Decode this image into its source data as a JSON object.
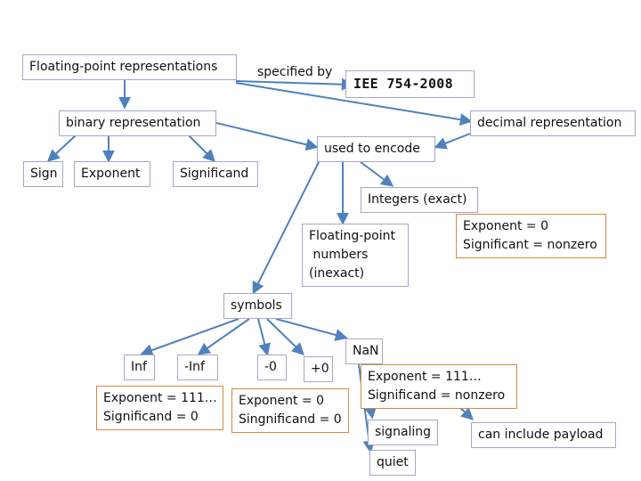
{
  "nodes": {
    "fp_representations": "Floating-point representations",
    "specified_by": "specified by",
    "iee_754": "IEE 754-2008",
    "binary_representation": "binary representation",
    "decimal_representation": "decimal representation",
    "sign": "Sign",
    "exponent": "Exponent",
    "significand": "Significand",
    "used_to_encode": "used to encode",
    "integers": "Integers (exact)",
    "integers_note": {
      "line1": "Exponent = 0",
      "line2": "Significant = nonzero"
    },
    "fp_numbers": {
      "line1": "Floating-point",
      "line2": " numbers",
      "line3": "(inexact)"
    },
    "symbols": "symbols",
    "inf": "Inf",
    "neg_inf": "-Inf",
    "neg_zero": "-0",
    "pos_zero": "+0",
    "nan": "NaN",
    "inf_note": {
      "line1": "Exponent = 111…",
      "line2": "Significand = 0"
    },
    "zero_note": {
      "line1": "Exponent = 0",
      "line2": "Singnificand = 0"
    },
    "nan_note": {
      "line1": "Exponent = 111…",
      "line2": "Significand = nonzero"
    },
    "signaling": "signaling",
    "quiet": "quiet",
    "payload": "can include payload"
  },
  "colors": {
    "node_border": "#a6a6c8",
    "note_border": "#d48a3a",
    "arrow": "#4f81bd"
  }
}
